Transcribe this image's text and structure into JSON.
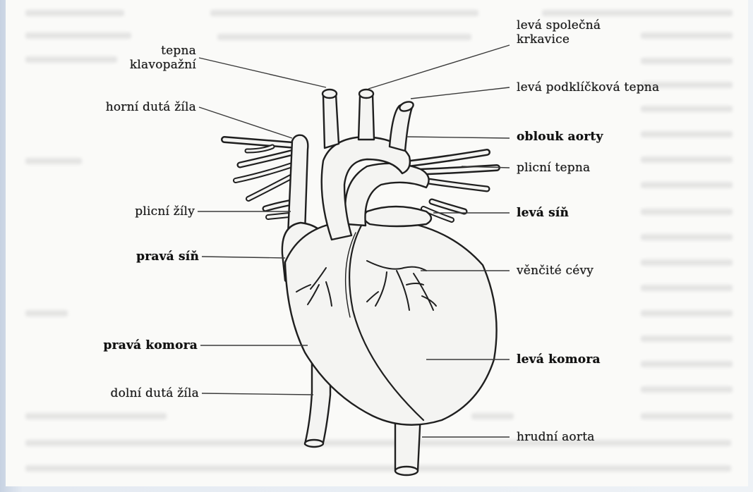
{
  "diagram": {
    "labels": {
      "tepna_klavopazni": "tepna\nklavopažní",
      "horni_duta_zila": "horní dutá žíla",
      "plicni_zily": "plicní žíly",
      "prava_sin": "pravá síň",
      "prava_komora": "pravá komora",
      "dolni_duta_zila": "dolní dutá žíla",
      "leva_spolecna_krkavice": "levá společná\nkrkavice",
      "leva_podklickova_tepna": "levá podklíčková tepna",
      "oblouk_aorty": "oblouk aorty",
      "plicni_tepna": "plicní tepna",
      "leva_sin": "levá síň",
      "vencite_cevy": "věnčité cévy",
      "leva_komora": "levá komora",
      "hrudni_aorta": "hrudní aorta"
    }
  },
  "colors": {
    "page_background": "#dfe6ef",
    "sheet": "#fafaf8",
    "ink": "#1c1c1c",
    "heart_fill": "#f4f4f2"
  }
}
